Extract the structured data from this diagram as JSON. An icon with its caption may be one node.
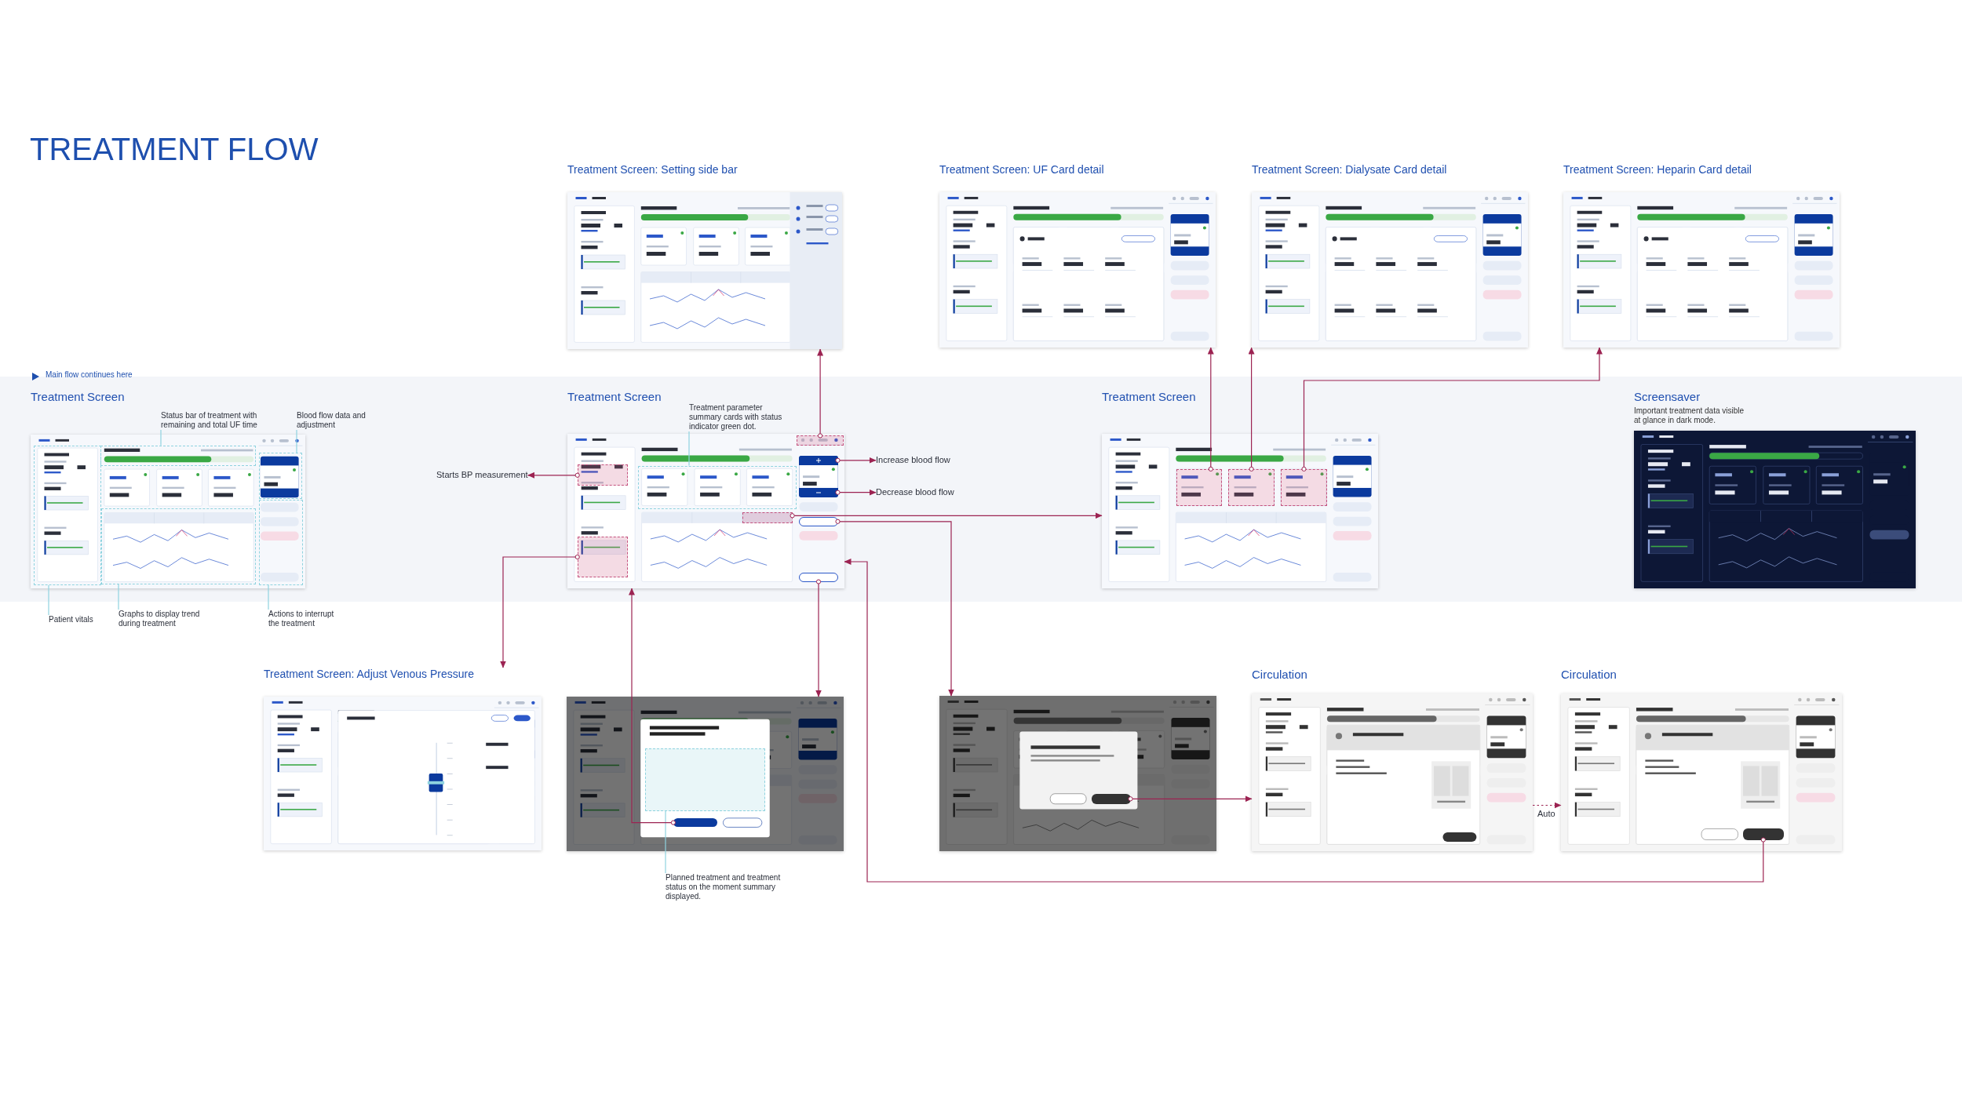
{
  "diagram": {
    "title": "TREATMENT FLOW",
    "nodes": [
      {
        "text": [
          "Treatment Screen: Setting side bar"
        ]
      },
      {
        "text": [
          "Treatment Screen: UF Card detail"
        ]
      },
      {
        "text": [
          "Treatment Screen: Dialysate Card detail"
        ]
      },
      {
        "text": [
          "Treatment Screen: Heparin Card detail"
        ]
      },
      {
        "text": [
          "Treatment Screen"
        ]
      },
      {
        "text": [
          "Status bar of treatment with remaining and total UF time"
        ]
      },
      {
        "text": [
          "Blood flow data and adjustment"
        ]
      },
      {
        "text": [
          "Patient vitals"
        ]
      },
      {
        "text": [
          "Graphs to display trend during treatment"
        ]
      },
      {
        "text": [
          "Actions to interrupt the treatment"
        ]
      },
      {
        "text": [
          "Treatment Screen"
        ]
      },
      {
        "text": [
          "Treatment parameter summary cards with status indicator green dot."
        ]
      },
      {
        "text": [
          "Starts BP measurement"
        ]
      },
      {
        "text": [
          "Increase blood flow"
        ]
      },
      {
        "text": [
          "Decrease blood flow"
        ]
      },
      {
        "text": [
          "Treatment Screen"
        ]
      },
      {
        "text": [
          "Screensaver",
          "Important treatment data visible at glance in dark mode."
        ]
      },
      {
        "text": [
          "Treatment Screen: Adjust Venous Pressure"
        ]
      },
      {
        "text": [],
        "shape": "picture"
      },
      {
        "text": [],
        "shape": "picture"
      },
      {
        "text": [
          "Planned treatment and treatment status on the moment summary displayed."
        ]
      },
      {
        "text": [
          "Circulation"
        ]
      },
      {
        "text": [
          "Circulation"
        ]
      },
      {
        "text": [],
        "shape": "box",
        "in": 10
      },
      {
        "text": [],
        "shape": "box",
        "in": 10
      },
      {
        "text": [],
        "shape": "box",
        "in": 10
      },
      {
        "text": [],
        "shape": "button",
        "in": 10
      },
      {
        "text": [],
        "shape": "button",
        "in": 10
      },
      {
        "text": [],
        "shape": "box",
        "in": 10
      },
      {
        "text": [],
        "shape": "button",
        "in": 10
      },
      {
        "text": [],
        "shape": "button",
        "in": 10
      },
      {
        "text": [],
        "shape": "box",
        "in": 15
      },
      {
        "text": [],
        "shape": "box",
        "in": 15
      },
      {
        "text": [],
        "shape": "box",
        "in": 15
      },
      {
        "text": [],
        "shape": "button",
        "in": 18
      },
      {
        "text": [],
        "shape": "button",
        "in": 19
      },
      {
        "text": [],
        "shape": "button",
        "in": 22
      },
      {
        "text": [],
        "shape": "box",
        "in": 4
      },
      {
        "text": [],
        "shape": "box",
        "in": 4
      },
      {
        "text": [],
        "shape": "box",
        "in": 4
      },
      {
        "text": [],
        "shape": "box",
        "in": 4
      },
      {
        "text": [],
        "shape": "box",
        "in": 4
      },
      {
        "text": [],
        "shape": "box",
        "in": 10
      },
      {
        "text": [],
        "shape": "box",
        "in": 18
      }
    ],
    "edges": [
      {
        "from": 5,
        "to": 37,
        "arrow": "none",
        "color": "#8fd3df"
      },
      {
        "from": 6,
        "to": 38,
        "arrow": "none",
        "color": "#8fd3df"
      },
      {
        "from": 7,
        "to": 39,
        "arrow": "none",
        "color": "#8fd3df"
      },
      {
        "from": 8,
        "to": 40,
        "arrow": "none",
        "color": "#8fd3df"
      },
      {
        "from": 9,
        "to": 41,
        "arrow": "none",
        "color": "#8fd3df"
      },
      {
        "from": 11,
        "to": 42,
        "arrow": "none",
        "color": "#8fd3df"
      },
      {
        "from": 20,
        "to": 43,
        "arrow": "none",
        "color": "#8fd3df"
      },
      {
        "from": 25,
        "to": 0,
        "arrow": "to"
      },
      {
        "from": 23,
        "to": 12,
        "arrow": "to"
      },
      {
        "from": 26,
        "to": 13,
        "arrow": "to"
      },
      {
        "from": 27,
        "to": 14,
        "arrow": "to"
      },
      {
        "from": 28,
        "to": 15,
        "arrow": "to"
      },
      {
        "from": 29,
        "to": 19,
        "arrow": "to"
      },
      {
        "from": 24,
        "to": 17,
        "arrow": "to"
      },
      {
        "from": 30,
        "to": 18,
        "arrow": "to"
      },
      {
        "from": 34,
        "to": 10,
        "arrow": "to"
      },
      {
        "from": 35,
        "to": 21,
        "arrow": "to"
      },
      {
        "from": 21,
        "to": 22,
        "arrow": "to",
        "label": "Auto",
        "style": "dashed"
      },
      {
        "from": 36,
        "to": 10,
        "arrow": "to"
      },
      {
        "from": 31,
        "to": 1,
        "arrow": "to"
      },
      {
        "from": 32,
        "to": 2,
        "arrow": "to"
      },
      {
        "from": 33,
        "to": 3,
        "arrow": "to"
      }
    ],
    "labels": [
      "Main flow continues here"
    ]
  }
}
